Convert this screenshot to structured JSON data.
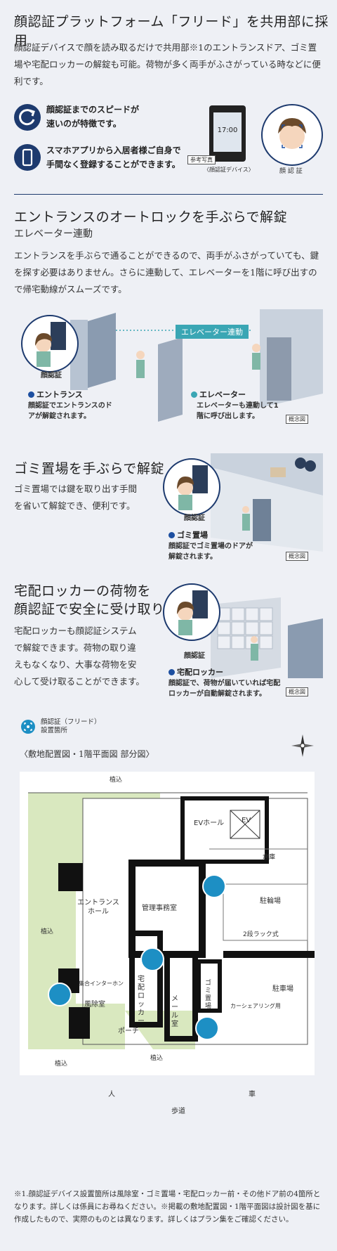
{
  "section1": {
    "title": "顔認証プラットフォーム「フリード」を共用部に採用",
    "body": "顔認証デバイスで顔を読み取るだけで共用部※1のエントランスドア、ゴミ置場や宅配ロッカーの解錠も可能。荷物が多く両手がふさがっている時などに便利です。",
    "feature1": "顔認証までのスピードが速いのが特徴です。",
    "feature2": "スマホアプリから入居者様ご自身で手間なく登録することができます。",
    "ref_badge": "参考写真",
    "device_caption": "〈顔認証デバイス〉",
    "device_time": "17:00",
    "face_caption": "顔 認 証"
  },
  "section2": {
    "title": "エントランスのオートロックを手ぶらで解錠",
    "subtitle": "エレベーター連動",
    "body": "エントランスを手ぶらで通ることができるので、両手がふさがっていても、鍵を探す必要はありません。さらに連動して、エレベーターを1階に呼び出すので帰宅動線がスムーズです。",
    "face_label": "顔認証",
    "elevator_link": "エレベーター連動",
    "entrance_title": "エントランス",
    "entrance_desc": "顔認証でエントランスのドアが解錠されます。",
    "elevator_title": "エレベーター",
    "elevator_desc": "エレベーターも連動して1階に呼び出します。",
    "badge": "概念図"
  },
  "section3": {
    "title": "ゴミ置場を手ぶらで解錠",
    "body": "ゴミ置場では鍵を取り出す手間を省いて解錠でき、便利です。",
    "face_label": "顔認証",
    "cap_title": "ゴミ置場",
    "cap_desc": "顔認証でゴミ置場のドアが解錠されます。",
    "badge": "概念図"
  },
  "section4": {
    "title_line1": "宅配ロッカーの荷物を",
    "title_line2": "顔認証で安全に受け取り",
    "body": "宅配ロッカーも顔認証システムで解錠できます。荷物の取り違えもなくなり、大事な荷物を安心して受け取ることができます。",
    "face_label": "顔認証",
    "cap_title": "宅配ロッカー",
    "cap_desc": "顔認証で、荷物が届いていれば宅配ロッカーが自動解錠されます。",
    "badge": "概念図"
  },
  "map": {
    "legend": "顔認証（フリード）設置箇所",
    "title": "〈敷地配置図・1階平面図 部分図〉",
    "labels": {
      "planting": "植込",
      "ev_hall": "EVホール",
      "ev": "EV",
      "storage": "倉庫",
      "entrance_hall": "エントランスホール",
      "management": "管理事務室",
      "parking_bike": "駐輪場",
      "rack": "2段ラック式",
      "intercom": "集合インターホン",
      "windbreak": "風除室",
      "delivery": "宅配ロッカー",
      "mail": "メール室",
      "garbage": "ゴミ置場",
      "parking": "駐車場",
      "carshare": "カーシェアリング用",
      "porch": "ポーチ",
      "person": "人",
      "car": "車",
      "sidewalk": "歩道"
    }
  },
  "footnote": "※1.顔認証デバイス設置箇所は風除室・ゴミ置場・宅配ロッカー前・その他ドア前の4箇所となります。詳しくは係員にお尋ねください。※掲載の敷地配置図・1階平面図は設計図を基に作成したもので、実際のものとは異なります。詳しくはプラン集をご確認ください。",
  "colors": {
    "navy": "#1d3a6e",
    "teal": "#3aa6b4",
    "green": "#d9e8bf",
    "accent_blue": "#1d4fa0"
  }
}
